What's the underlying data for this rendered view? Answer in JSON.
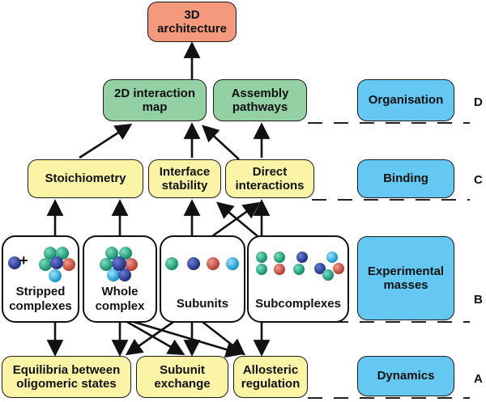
{
  "top": {
    "architecture": "3D\narchitecture"
  },
  "organisation_row": {
    "interaction_map": "2D interaction\nmap",
    "assembly_pathways": "Assembly\npathways",
    "category": "Organisation",
    "level": "D"
  },
  "binding_row": {
    "stoichiometry": "Stoichiometry",
    "interface_stability": "Interface\nstability",
    "direct_interactions": "Direct\ninteractions",
    "category": "Binding",
    "level": "C"
  },
  "masses_row": {
    "stripped_complexes": "Stripped\ncomplexes",
    "stripped_plus": "+",
    "whole_complex": "Whole\ncomplex",
    "subunits": "Subunits",
    "subcomplexes": "Subcomplexes",
    "category": "Experimental\nmasses",
    "level": "B"
  },
  "dynamics_row": {
    "equilibria": "Equilibria between\noligomeric states",
    "subunit_exchange": "Subunit\nexchange",
    "allosteric_regulation": "Allosteric\nregulation",
    "category": "Dynamics",
    "level": "A"
  },
  "colors": {
    "navy": "#2b3f9e",
    "teal": "#1fb58c",
    "red": "#d9574a",
    "cyan": "#2fb6ee",
    "yellow_box": "#fbf3a6",
    "green_box": "#93d1a4",
    "orange_box": "#f4997c",
    "blue_box": "#64c8f2"
  }
}
